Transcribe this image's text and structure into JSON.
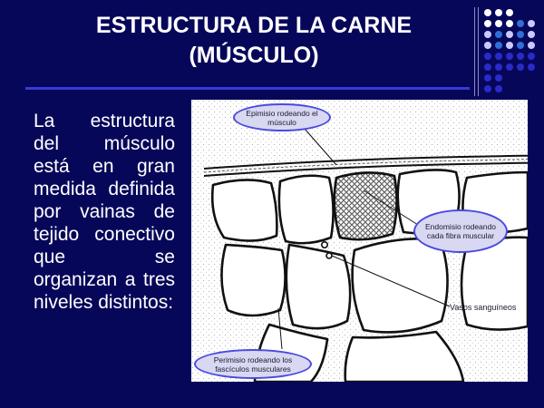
{
  "slide": {
    "title_line1": "ESTRUCTURA DE LA CARNE",
    "title_line2": "(MÚSCULO)",
    "body_text": "La estructura del músculo está en gran medida definida por vainas de tejido conectivo que se organizan a tres niveles distintos:"
  },
  "figure": {
    "epimisio_label": "Epimisio rodeando el músculo",
    "endomisio_label": "Endomisio rodeando cada fibra muscular",
    "vasos_label": "Vasos sanguíneos",
    "perimisio_label": "Perimisio rodeando los fascículos musculares"
  },
  "colors": {
    "background": "#07075a",
    "title_text": "#ffffff",
    "accent_rule": "#3a3ad6",
    "callout_fill": "#d8d8f2",
    "callout_border": "#4a4adf"
  },
  "decor": {
    "icon": "dot-grid-icon"
  }
}
